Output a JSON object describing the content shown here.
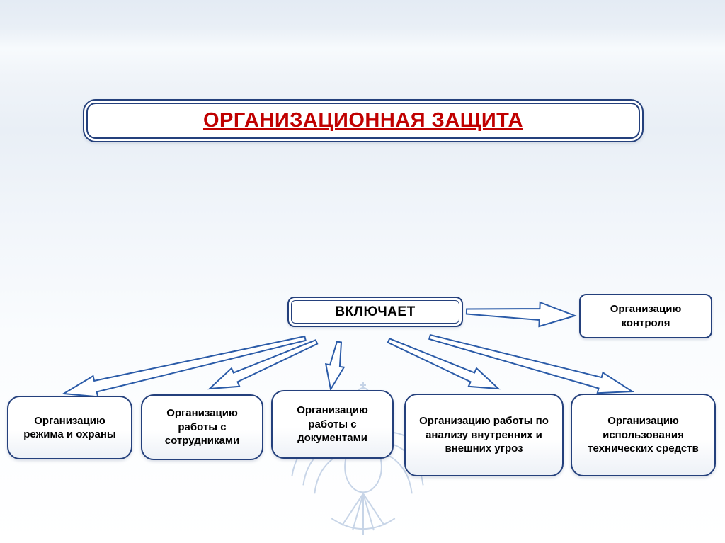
{
  "slide": {
    "title": "ОРГАНИЗАЦИОННАЯ ЗАЩИТА",
    "includes_label": "ВКЛЮЧАЕТ",
    "control_label": "Организацию контроля",
    "branches": [
      {
        "label": "Организацию режима и охраны"
      },
      {
        "label": "Организацию работы с сотрудниками"
      },
      {
        "label": "Организацию работы с документами"
      },
      {
        "label": "Организацию работы по анализу внутренних и внешних угроз"
      },
      {
        "label": "Организацию использования технических средств"
      }
    ],
    "colors": {
      "title_text": "#c00000",
      "box_border": "#24407c",
      "arrow_outline": "#2b5ba8",
      "watermark": "#b5c7e0"
    }
  }
}
